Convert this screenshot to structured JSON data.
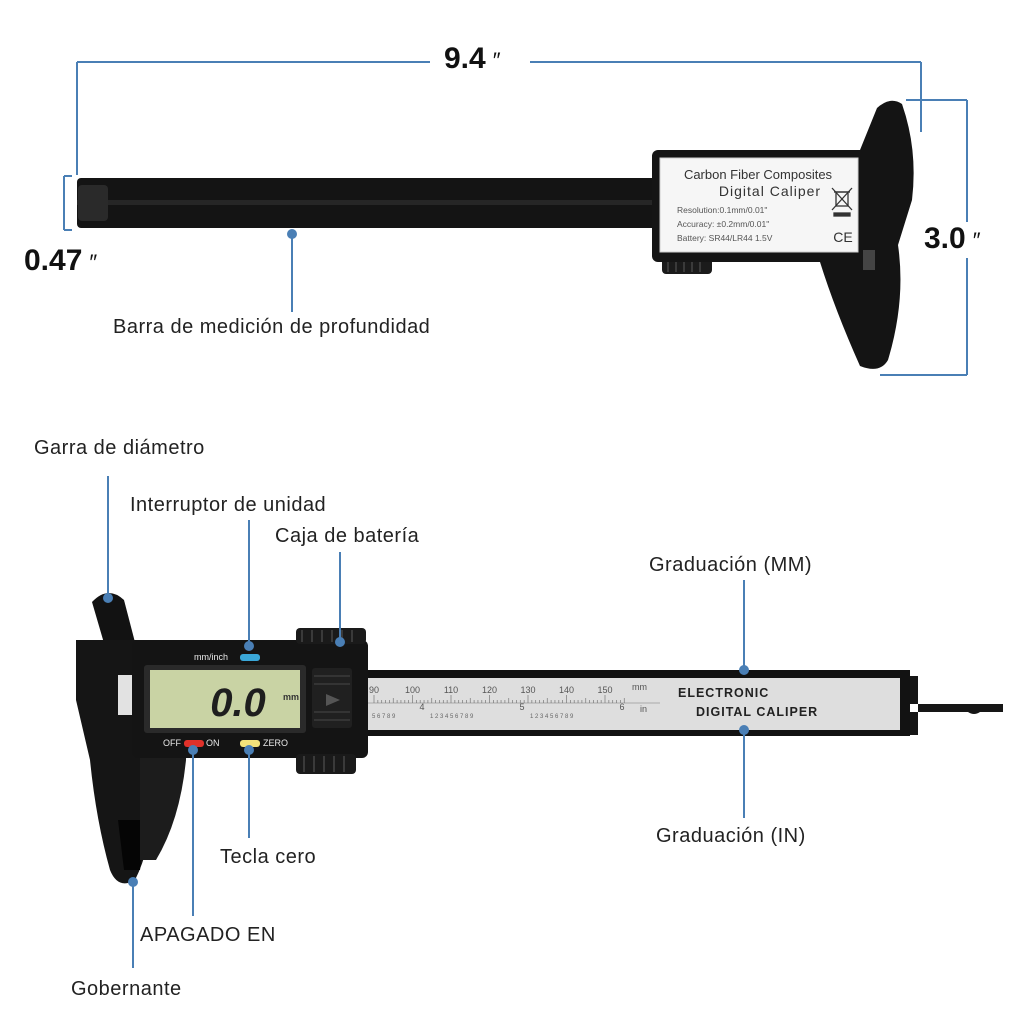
{
  "dimensions": {
    "length": "9.4",
    "height": "3.0",
    "depth_width": "0.47",
    "unit_mark": "″"
  },
  "top_caliper": {
    "label_line1": "Carbon Fiber Composites",
    "label_line2": "Digital Caliper",
    "resolution": "Resolution:0.1mm/0.01\"",
    "accuracy": "Accuracy: ±0.2mm/0.01\"",
    "battery": "Battery: SR44/LR44 1.5V",
    "ce_mark": "CE"
  },
  "bottom_caliper": {
    "unit_button_label": "mm/inch",
    "display_value": "0.0",
    "display_unit": "mm",
    "off_label": "OFF",
    "on_label": "ON",
    "zero_label": "ZERO",
    "mm_ticks": [
      "90",
      "100",
      "110",
      "120",
      "130",
      "140",
      "150"
    ],
    "mm_unit": "mm",
    "in_ticks": [
      "4",
      "5",
      "6"
    ],
    "in_unit": "in",
    "in_digits": [
      "5 6 7 8 9",
      "1 2 3 4 5 6 7 8 9",
      "1 2 3 4 5 6 7 8 9"
    ],
    "scale_title_line1": "ELECTRONIC",
    "scale_title_line2": "DIGITAL CALIPER"
  },
  "callouts": {
    "depth_bar": "Barra de medición de profundidad",
    "diameter_jaw": "Garra de diámetro",
    "unit_switch": "Interruptor de unidad",
    "battery_box": "Caja de batería",
    "mm_graduation": "Graduación (MM)",
    "in_graduation": "Graduación (IN)",
    "zero_key": "Tecla cero",
    "off_on": "APAGADO EN",
    "ruler": "Gobernante"
  },
  "colors": {
    "callout_line": "#4a7fb5",
    "body_black": "#141414",
    "lcd_green": "#c9d3a4",
    "unit_button": "#3aa7d8",
    "power_button": "#e0312a",
    "zero_button": "#f2e27a"
  }
}
